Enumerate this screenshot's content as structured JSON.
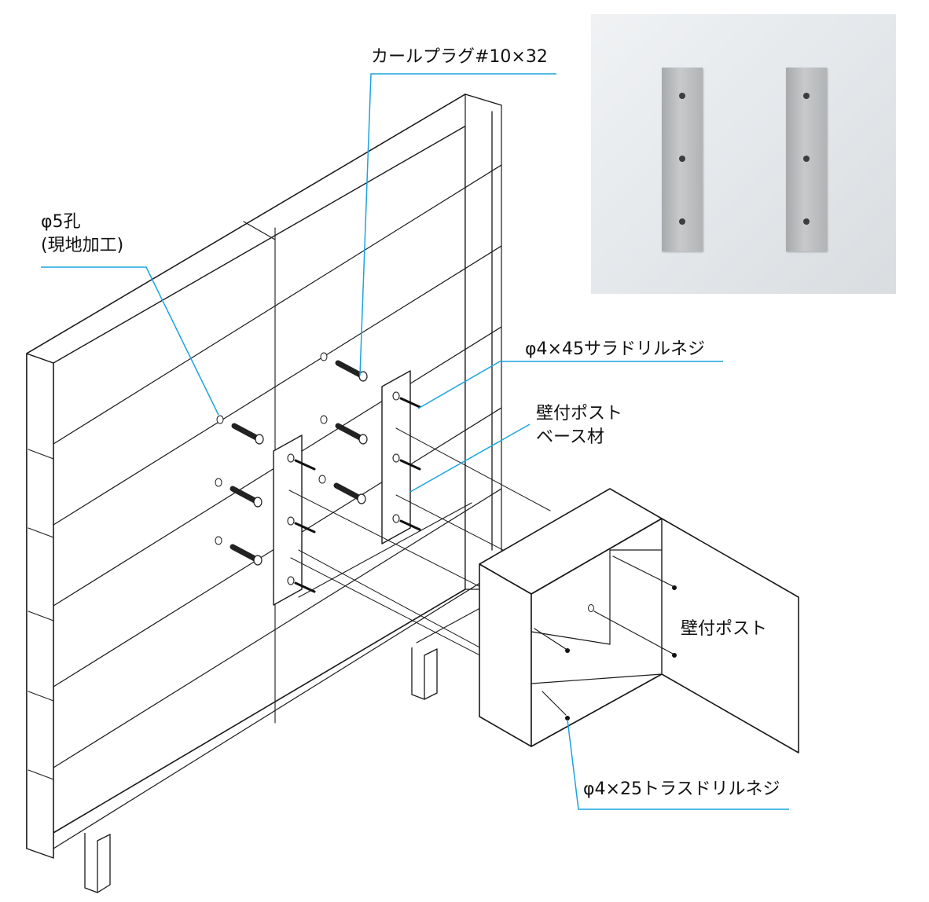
{
  "labels": {
    "hole": [
      "φ5孔",
      "(現地加工)"
    ],
    "plug": "カールプラグ#10×32",
    "sara_screw": "φ4×45サラドリルネジ",
    "base": [
      "壁付ポスト",
      "ベース材"
    ],
    "post": "壁付ポスト",
    "truss_screw": "φ4×25トラスドリルネジ"
  },
  "photo": {
    "plates": 2,
    "holes_per_plate": 3
  },
  "colors": {
    "leader": "#1aa4e0",
    "line": "#1a1a1a",
    "background": "#ffffff"
  }
}
